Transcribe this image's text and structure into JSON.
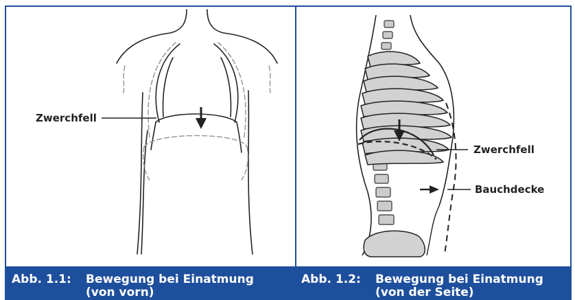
{
  "figure_left": {
    "label": "Zwerchfell",
    "caption_number": "Abb. 1.1:",
    "caption_line1": "Bewegung bei Einatmung",
    "caption_line2": "(von vorn)"
  },
  "figure_right": {
    "label_diaphragm": "Zwerchfell",
    "label_abdomen": "Bauchdecke",
    "caption_number": "Abb. 1.2:",
    "caption_line1": "Bewegung bei Einatmung",
    "caption_line2": "(von der Seite)"
  },
  "colors": {
    "accent": "#1e4f9c",
    "caption_text": "#ffffff",
    "line": "#222222",
    "dashed_line": "#999999"
  }
}
